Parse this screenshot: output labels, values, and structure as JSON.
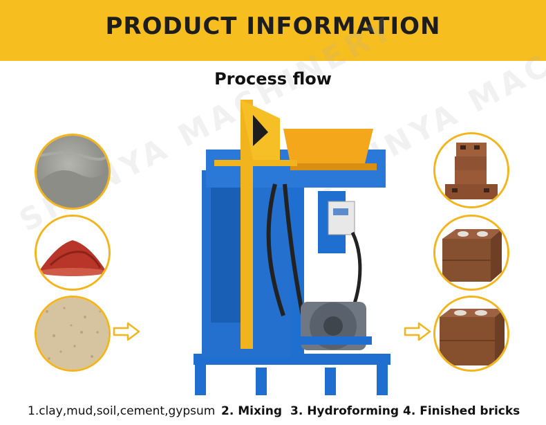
{
  "banner": {
    "title": "PRODUCT INFORMATION"
  },
  "section": {
    "title": "Process flow"
  },
  "watermark": {
    "text": "SHUNYA MACHINERY"
  },
  "steps": [
    {
      "label": "1.clay,mud,soil,cement,gypsum"
    },
    {
      "label": "2. Mixing"
    },
    {
      "label": "3. Hydroforming"
    },
    {
      "label": "4. Finished bricks"
    }
  ],
  "raw_materials": [
    {
      "name": "grey-cement-powder",
      "color": "#9a9a94"
    },
    {
      "name": "red-clay-powder",
      "color": "#b8362a"
    },
    {
      "name": "sand-soil",
      "color": "#d8c6a4"
    }
  ],
  "finished_bricks": [
    {
      "name": "stacked-interlocking-bricks",
      "color": "#9a5a3a"
    },
    {
      "name": "brick-block-two-holes",
      "color": "#8a5538"
    },
    {
      "name": "brick-block-front",
      "color": "#8b5636"
    }
  ],
  "colors": {
    "banner": "#f6be1e",
    "circle_border": "#f4b51c",
    "machine_frame": "#1f6fd0",
    "machine_yellow": "#f2b41e",
    "motor": "#6e7782"
  },
  "icons": [
    "arrow-right-icon",
    "arrow-right-icon"
  ]
}
